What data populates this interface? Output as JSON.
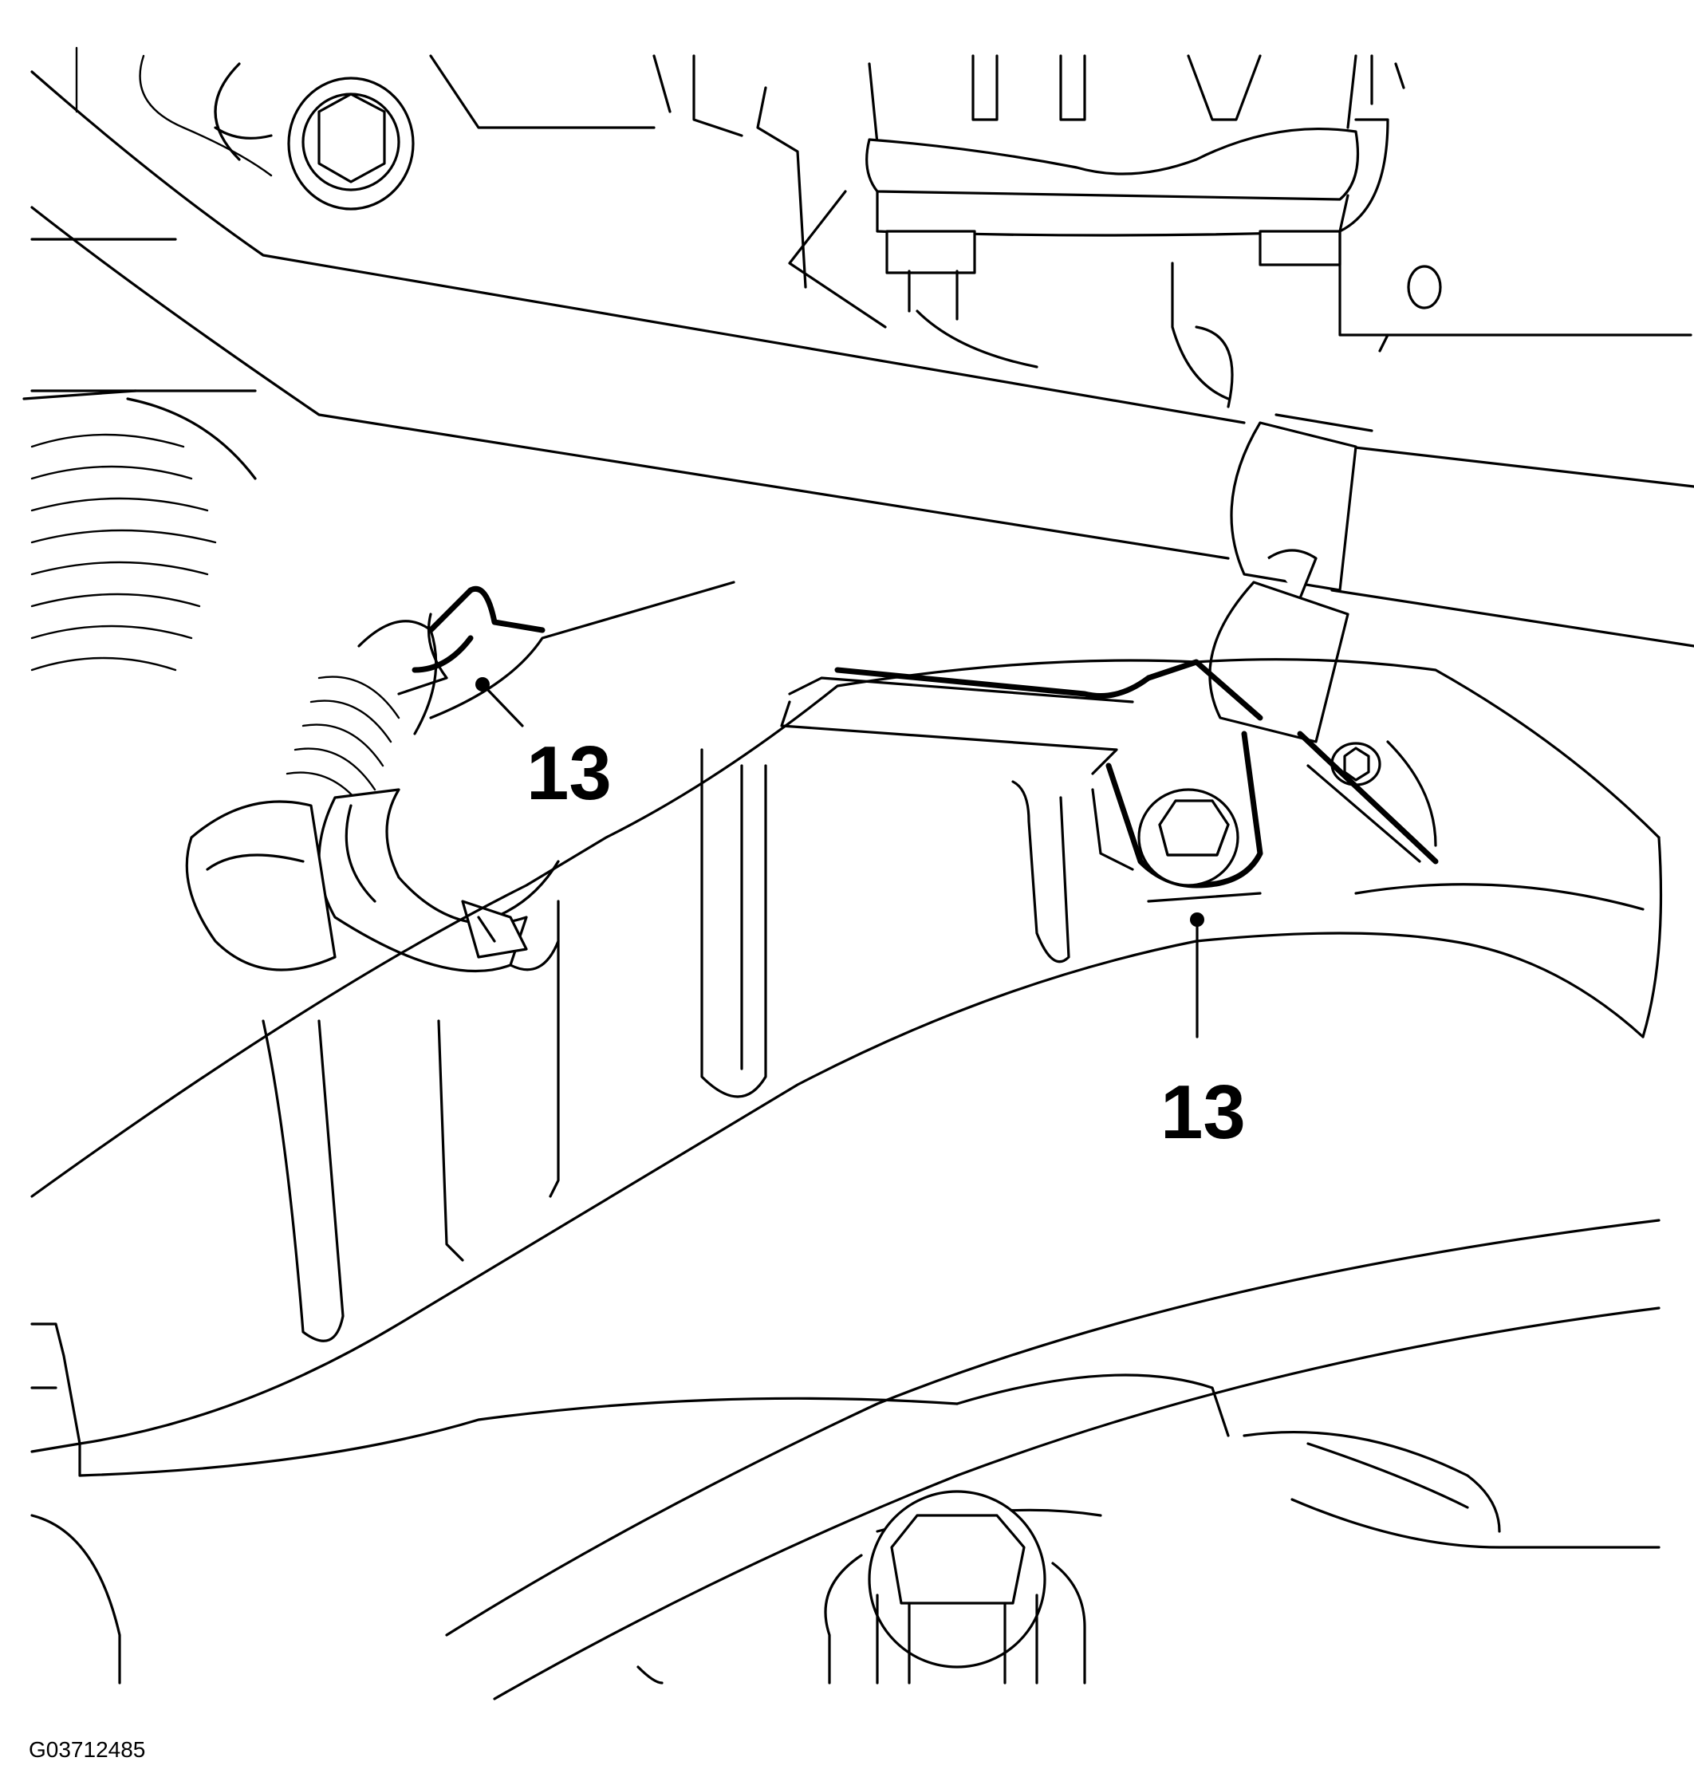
{
  "callouts": [
    {
      "label": "13",
      "target": "hose-clamp"
    },
    {
      "label": "13",
      "target": "bracket-bolt"
    }
  ],
  "figure_id": "G03712485",
  "colors": {
    "line": "#000000",
    "background": "#ffffff"
  }
}
